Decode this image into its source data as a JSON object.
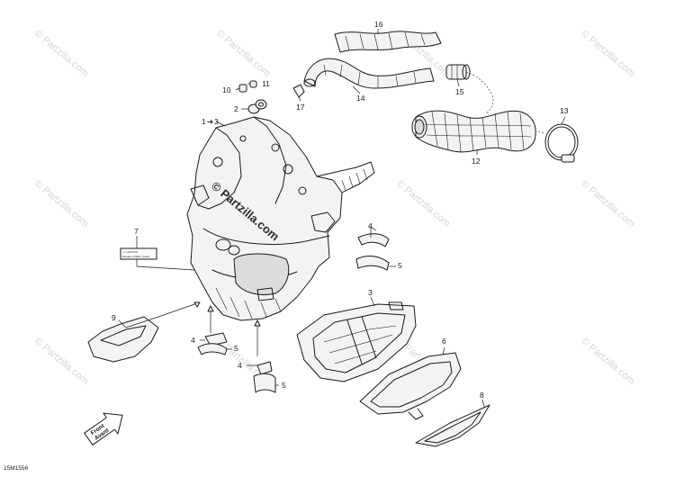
{
  "watermark": {
    "text": "© Partzilla.com"
  },
  "figure_code": "15M1556",
  "callouts": {
    "c1": "1",
    "c1_target": "3",
    "c2": "2",
    "c3": "3",
    "c4a": "4",
    "c4b": "4",
    "c4c": "4",
    "c5a": "5",
    "c5b": "5",
    "c5c": "5",
    "c6": "6",
    "c7": "7",
    "c8": "8",
    "c9": "9",
    "c10": "10",
    "c11": "11",
    "c12": "12",
    "c13": "13",
    "c14": "14",
    "c15": "15",
    "c16": "16",
    "c17": "17"
  },
  "front_arrow": {
    "line1": "Front",
    "line2": "Avant"
  },
  "label_decal": {
    "line1": "⚠ CAUTION",
    "line2": "Beware of BELT guard"
  },
  "colors": {
    "ink": "#1a1a1a",
    "watermark": "#d6d6d6",
    "background": "#ffffff"
  }
}
